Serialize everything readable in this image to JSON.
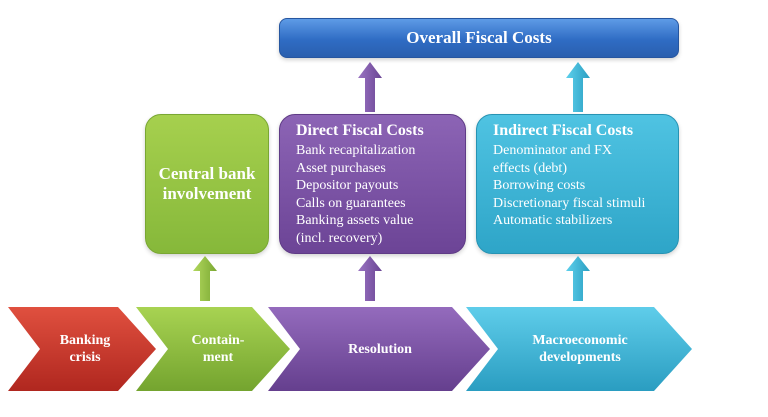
{
  "overall": {
    "title": "Overall Fiscal Costs"
  },
  "central_bank": {
    "title": "Central bank involvement"
  },
  "direct": {
    "title": "Direct Fiscal Costs",
    "items": [
      "Bank recapitalization",
      "Asset purchases",
      "Depositor payouts",
      "Calls on guarantees",
      "Banking assets value",
      "(incl. recovery)"
    ]
  },
  "indirect": {
    "title": "Indirect Fiscal Costs",
    "items": [
      "Denominator and FX",
      "effects (debt)",
      "Borrowing costs",
      "Discretionary fiscal stimuli",
      "Automatic stabilizers"
    ]
  },
  "stages": [
    {
      "label": "Banking crisis",
      "color": "#c8312b"
    },
    {
      "label": "Contain-ment",
      "color": "#86b83a"
    },
    {
      "label": "Resolution",
      "color": "#7a4fa3"
    },
    {
      "label": "Macroeconomic developments",
      "color": "#38b2d4"
    }
  ],
  "colors": {
    "blue": "#2f6cc4",
    "green": "#86b83a",
    "purple": "#7a4fa3",
    "cyan": "#38b2d4",
    "red": "#c8312b"
  }
}
